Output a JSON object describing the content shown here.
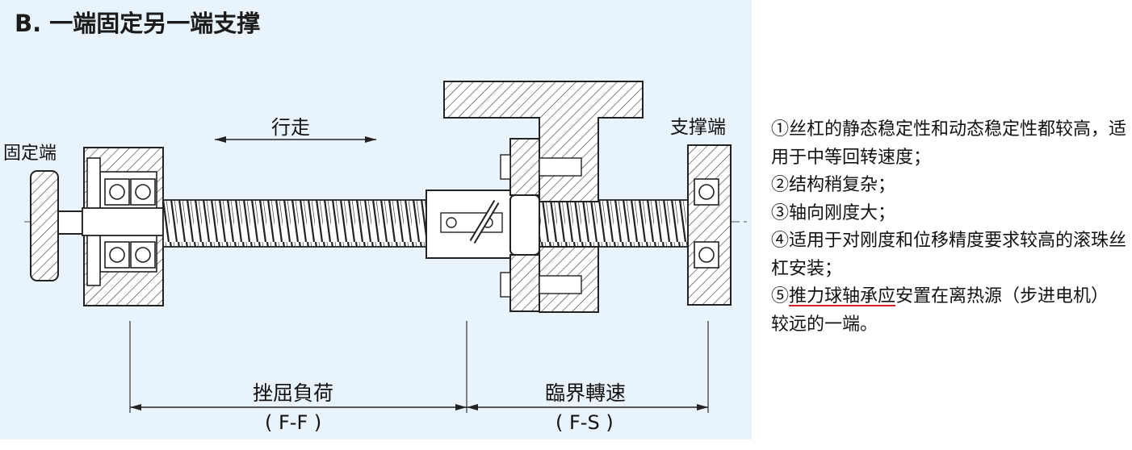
{
  "diagram": {
    "title": "B. 一端固定另一端支撑",
    "labels": {
      "fixed_end": "固定端",
      "travel": "行走",
      "support_end": "支撑端",
      "buckling_load": "挫屈負荷",
      "buckling_load_code": "( F-F )",
      "critical_speed": "臨界轉速",
      "critical_speed_code": "( F-S )"
    },
    "colors": {
      "background": "#e9f3fb",
      "line": "#222222",
      "underline": "#d42020"
    }
  },
  "notes": {
    "item1": "①丝杠的静态稳定性和动态稳定性都较高，适用于中等回转速度；",
    "item2": "②结构稍复杂；",
    "item3": "③轴向刚度大；",
    "item4": "④适用于对刚度和位移精度要求较高的滚珠丝杠安装；",
    "item5_prefix": "⑤",
    "item5_underlined": "推力球轴承应",
    "item5_rest": "安置在离热源（步进电机）较远的一端。"
  }
}
